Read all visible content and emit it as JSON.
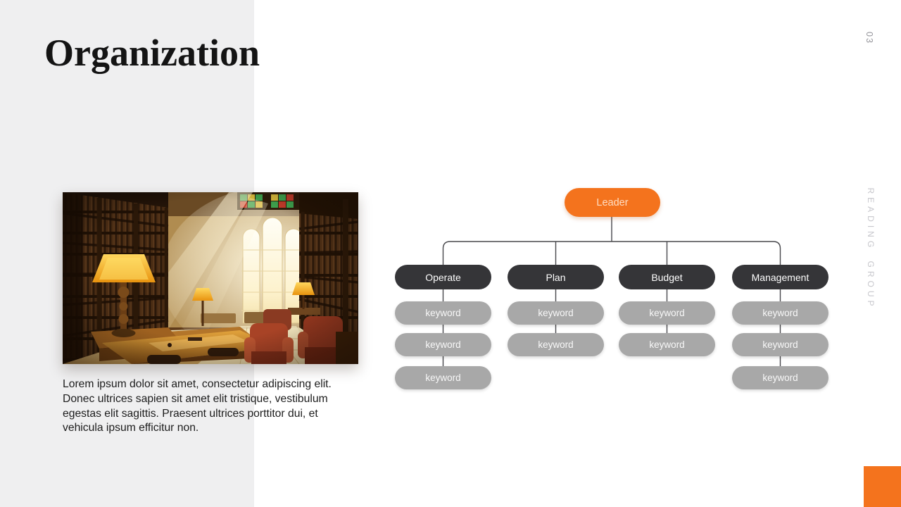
{
  "slide": {
    "title": "Organization",
    "page_number": "03",
    "side_label": "READING GROUP",
    "body_text": "Lorem ipsum dolor sit amet, consectetur adipiscing elit. Donec ultrices sapien sit amet elit tristique, vestibulum egestas elit sagittis. Praesent ultrices porttitor dui, et vehicula ipsum efficitur non.",
    "photo_description": "library reading room with tall wooden bookshelves, arched sunlit window, amber table lamps, wooden desks and red leather armchairs"
  },
  "org_chart": {
    "root": {
      "label": "Leader"
    },
    "branches": [
      {
        "label": "Operate",
        "keywords": [
          "keyword",
          "keyword",
          "keyword"
        ]
      },
      {
        "label": "Plan",
        "keywords": [
          "keyword",
          "keyword"
        ]
      },
      {
        "label": "Budget",
        "keywords": [
          "keyword",
          "keyword"
        ]
      },
      {
        "label": "Management",
        "keywords": [
          "keyword",
          "keyword",
          "keyword"
        ]
      }
    ]
  },
  "colors": {
    "accent_orange": "#f4731d",
    "leader_text": "#ffddc2",
    "dark_pill": "#353538",
    "gray_pill": "#a8a8a8",
    "panel_gray": "#efeff0",
    "connector": "#48484c",
    "side_text_gray": "#c7c7cc"
  }
}
